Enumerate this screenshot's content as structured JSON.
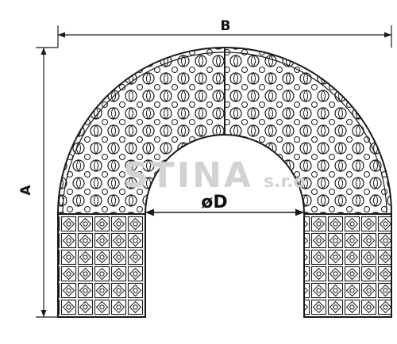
{
  "labels": {
    "width": "B",
    "height": "A",
    "inner_diameter": "øD"
  },
  "watermark": {
    "brand": "STINA",
    "suffix": "s.r.o"
  },
  "colors": {
    "line": "#1a1a1a",
    "background": "#ffffff",
    "watermark": "#d2d2d2"
  }
}
